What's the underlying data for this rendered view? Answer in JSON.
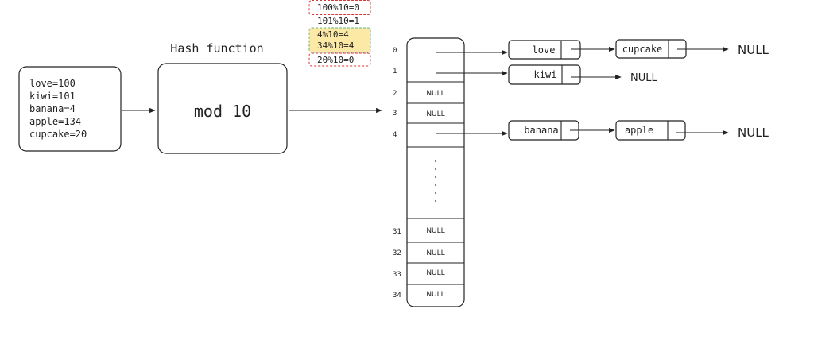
{
  "input": {
    "lines": [
      "love=100",
      "kiwi=101",
      "banana=4",
      "apple=134",
      "cupcake=20"
    ]
  },
  "hash": {
    "title": "Hash function",
    "label": "mod 10"
  },
  "calculations": {
    "items": [
      {
        "text": "100%10=0",
        "style": "red"
      },
      {
        "text": "101%10=1",
        "style": "plain"
      },
      {
        "text": "4%10=4",
        "style": "highlight"
      },
      {
        "text": "34%10=4",
        "style": "highlight"
      },
      {
        "text": "20%10=0",
        "style": "red"
      }
    ]
  },
  "table": {
    "rows": [
      {
        "index": "0",
        "value": ""
      },
      {
        "index": "1",
        "value": ""
      },
      {
        "index": "2",
        "value": "NULL"
      },
      {
        "index": "3",
        "value": "NULL"
      },
      {
        "index": "4",
        "value": ""
      },
      {
        "index": "",
        "value": "ellipsis"
      },
      {
        "index": "31",
        "value": "NULL"
      },
      {
        "index": "32",
        "value": "NULL"
      },
      {
        "index": "33",
        "value": "NULL"
      },
      {
        "index": "34",
        "value": "NULL"
      }
    ]
  },
  "chains": [
    {
      "row": "0",
      "nodes": [
        "love",
        "cupcake"
      ],
      "terminal": "NULL"
    },
    {
      "row": "1",
      "nodes": [
        "kiwi"
      ],
      "terminal": "NULL"
    },
    {
      "row": "4",
      "nodes": [
        "banana",
        "apple"
      ],
      "terminal": "NULL"
    }
  ],
  "colors": {
    "stroke": "#222222",
    "highlight_fill": "#fde9a6",
    "highlight_border": "#6ab08a",
    "red_dash": "#d33a3a"
  }
}
